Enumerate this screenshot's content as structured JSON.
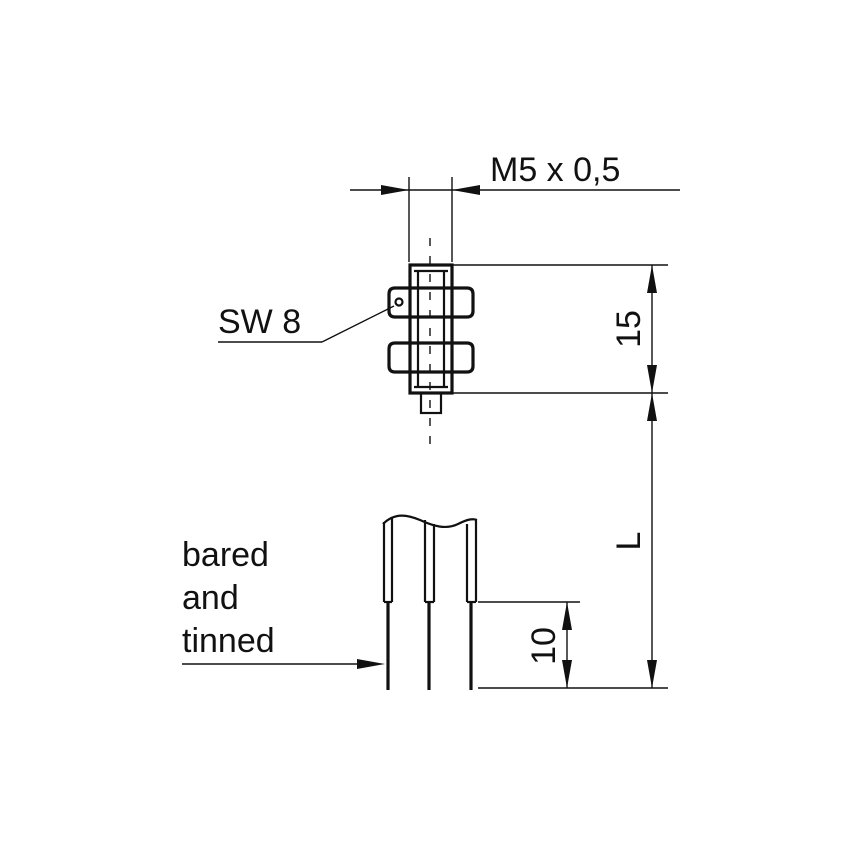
{
  "labels": {
    "thread": "M5 x 0,5",
    "wrench_size": "SW 8",
    "body_length": "15",
    "cable_length": "L",
    "strip_length": "10",
    "wire_note_line1": "bared",
    "wire_note_line2": "and",
    "wire_note_line3": "tinned"
  },
  "colors": {
    "ink": "#111111",
    "background": "#ffffff"
  }
}
